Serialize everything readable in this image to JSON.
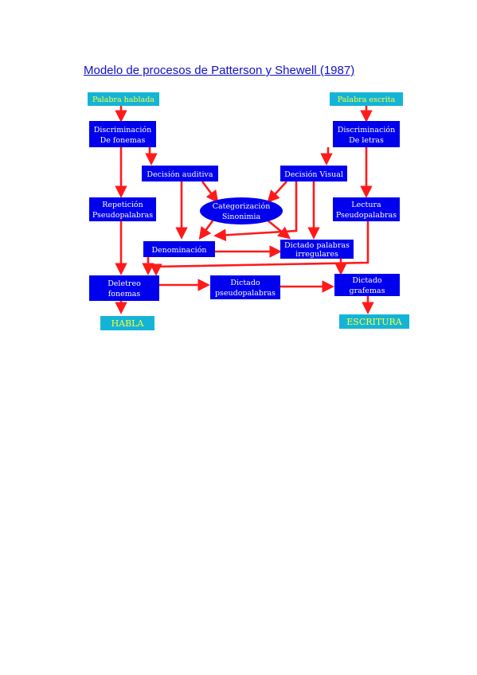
{
  "title": "Modelo de procesos de Patterson y Shewell (1987)",
  "colors": {
    "box": "#0000ee",
    "input_box": "#14b4d8",
    "arrow": "#ff1a1a",
    "title": "#1010c8",
    "input_text": "#ffff33"
  },
  "nodes": {
    "palabra_hablada": "Palabra hablada",
    "palabra_escrita": "Palabra escrita",
    "discrim_fonemas_1": "Discriminación",
    "discrim_fonemas_2": "De fonemas",
    "discrim_letras_1": "Discriminación",
    "discrim_letras_2": "De letras",
    "decision_auditiva": "Decisión auditiva",
    "decision_visual": "Decisión Visual",
    "categorizacion_1": "Categorización",
    "categorizacion_2": "Sinonimia",
    "repeticion_1": "Repetición",
    "repeticion_2": "Pseudopalabras",
    "lectura_1": "Lectura",
    "lectura_2": "Pseudopalabras",
    "denominacion": "Denominación",
    "dictado_irreg_1": "Dictado palabras",
    "dictado_irreg_2": "irregulares",
    "deletreo_1": "Deletreo",
    "deletreo_2": "fonemas",
    "dictado_pseudo_1": "Dictado",
    "dictado_pseudo_2": "pseudopalabras",
    "dictado_graf_1": "Dictado",
    "dictado_graf_2": "grafemas",
    "habla": "HABLA",
    "escritura": "ESCRITURA"
  }
}
